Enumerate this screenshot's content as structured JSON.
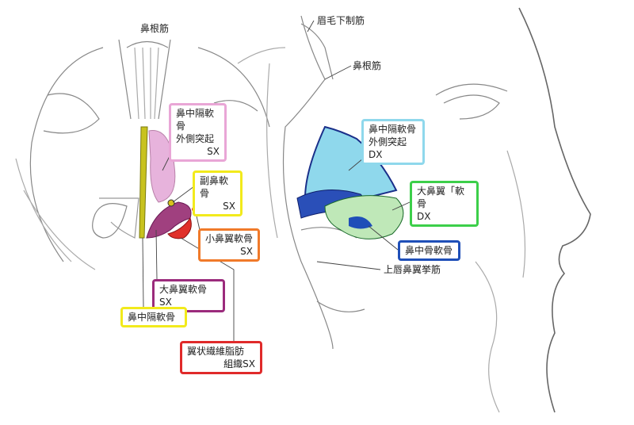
{
  "left_view": {
    "procerus": "鼻根筋",
    "lateral_process": {
      "line1": "鼻中隔軟骨",
      "line2": "外側突起",
      "line3": "SX",
      "color": "#e9a6d6"
    },
    "accessory_cartilage": {
      "line1": "副鼻軟骨",
      "line2": "SX",
      "color": "#f2ea1c"
    },
    "lesser_alar": {
      "line1": "小鼻翼軟骨",
      "line2": "SX",
      "color": "#f07a2a"
    },
    "greater_alar": {
      "line1": "大鼻翼軟骨SX",
      "color": "#9b2b7c"
    },
    "septal_cartilage": {
      "line1": "鼻中隔軟骨",
      "color": "#f2ea1c"
    },
    "fibrofatty": {
      "line1": "翼状繊維脂肪",
      "line2": "組織SX",
      "color": "#e02a2a"
    }
  },
  "right_view": {
    "depressor_supercilii": "眉毛下制筋",
    "procerus": "鼻根筋",
    "lateral_process": {
      "line1": "鼻中隔軟骨",
      "line2": "外側突起DX",
      "color": "#8fd8ec"
    },
    "greater_alar": {
      "line1": "大鼻翼「軟骨",
      "line2": "DX",
      "color": "#3ccf4a"
    },
    "septal": {
      "line1": "鼻中骨軟骨",
      "color": "#1f4fb8"
    },
    "levator": "上唇鼻翼挙筋"
  }
}
